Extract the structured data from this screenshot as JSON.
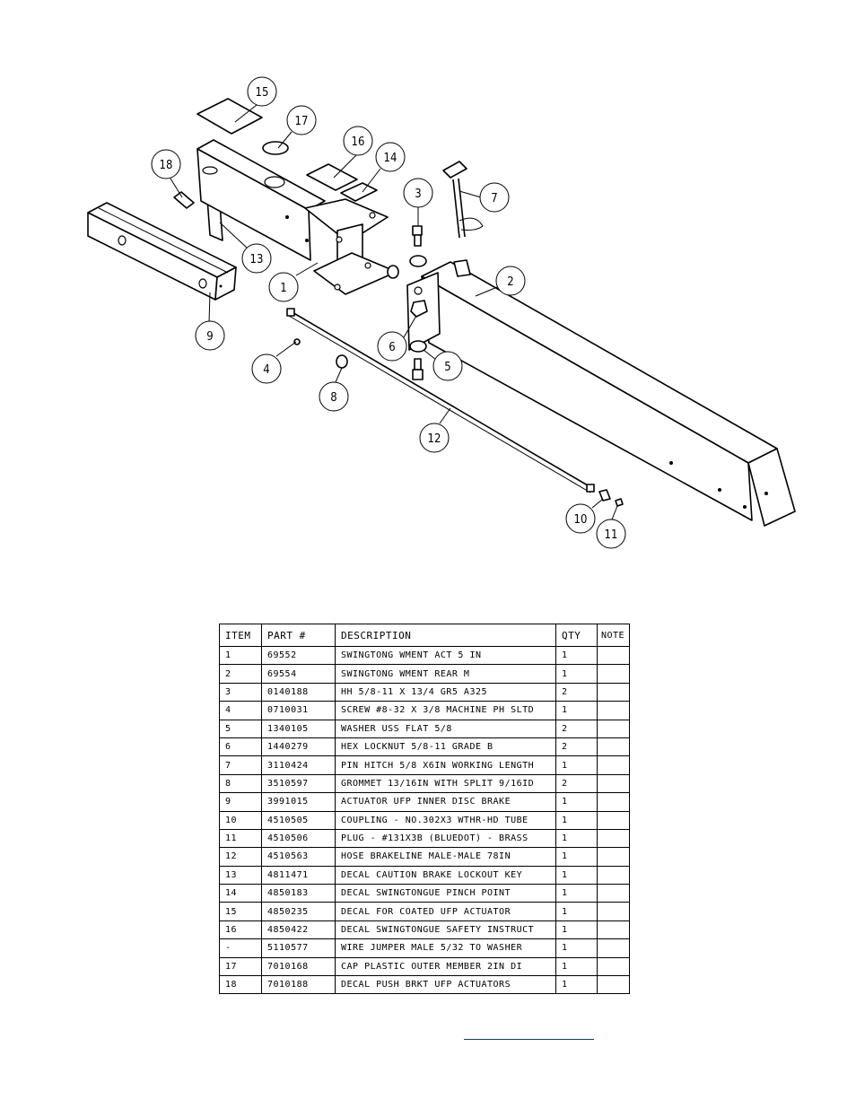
{
  "diagram": {
    "balloons": [
      "1",
      "2",
      "3",
      "4",
      "5",
      "6",
      "7",
      "8",
      "9",
      "10",
      "11",
      "12",
      "13",
      "14",
      "15",
      "16",
      "17",
      "18"
    ]
  },
  "table": {
    "headers": [
      "ITEM",
      "PART #",
      "DESCRIPTION",
      "QTY",
      "NOTE"
    ],
    "rows": [
      {
        "item": "1",
        "part": "69552",
        "desc": "SWINGTONG WMENT ACT 5 IN",
        "qty": "1",
        "note": ""
      },
      {
        "item": "2",
        "part": "69554",
        "desc": "SWINGTONG WMENT REAR M",
        "qty": "1",
        "note": ""
      },
      {
        "item": "3",
        "part": "0140188",
        "desc": "HH 5/8-11 X 13/4  GR5 A325",
        "qty": "2",
        "note": ""
      },
      {
        "item": "4",
        "part": "0710031",
        "desc": "SCREW #8-32 X 3/8 MACHINE PH SLTD",
        "qty": "1",
        "note": ""
      },
      {
        "item": "5",
        "part": "1340105",
        "desc": "WASHER USS FLAT 5/8",
        "qty": "2",
        "note": ""
      },
      {
        "item": "6",
        "part": "1440279",
        "desc": "HEX LOCKNUT 5/8-11 GRADE B",
        "qty": "2",
        "note": ""
      },
      {
        "item": "7",
        "part": "3110424",
        "desc": "PIN HITCH 5/8 X6IN WORKING LENGTH",
        "qty": "1",
        "note": ""
      },
      {
        "item": "8",
        "part": "3510597",
        "desc": "GROMMET 13/16IN  WITH SPLIT 9/16ID",
        "qty": "2",
        "note": ""
      },
      {
        "item": "9",
        "part": "3991015",
        "desc": "ACTUATOR UFP INNER  DISC BRAKE",
        "qty": "1",
        "note": ""
      },
      {
        "item": "10",
        "part": "4510505",
        "desc": "COUPLING - NO.302X3 WTHR-HD TUBE",
        "qty": "1",
        "note": ""
      },
      {
        "item": "11",
        "part": "4510506",
        "desc": "PLUG - #131X3B (BLUEDOT) - BRASS",
        "qty": "1",
        "note": ""
      },
      {
        "item": "12",
        "part": "4510563",
        "desc": "HOSE BRAKELINE MALE-MALE 78IN",
        "qty": "1",
        "note": ""
      },
      {
        "item": "13",
        "part": "4811471",
        "desc": "DECAL CAUTION BRAKE LOCKOUT KEY",
        "qty": "1",
        "note": ""
      },
      {
        "item": "14",
        "part": "4850183",
        "desc": "DECAL SWINGTONGUE PINCH POINT",
        "qty": "1",
        "note": ""
      },
      {
        "item": "15",
        "part": "4850235",
        "desc": "DECAL FOR COATED UFP ACTUATOR",
        "qty": "1",
        "note": ""
      },
      {
        "item": "16",
        "part": "4850422",
        "desc": "DECAL SWINGTONGUE SAFETY INSTRUCT",
        "qty": "1",
        "note": ""
      },
      {
        "item": "-",
        "part": "5110577",
        "desc": "WIRE JUMPER MALE 5/32 TO WASHER",
        "qty": "1",
        "note": ""
      },
      {
        "item": "17",
        "part": "7010168",
        "desc": "CAP  PLASTIC OUTER MEMBER 2IN DI",
        "qty": "1",
        "note": ""
      },
      {
        "item": "18",
        "part": "7010188",
        "desc": "DECAL PUSH BRKT UFP ACTUATORS",
        "qty": "1",
        "note": ""
      }
    ]
  }
}
